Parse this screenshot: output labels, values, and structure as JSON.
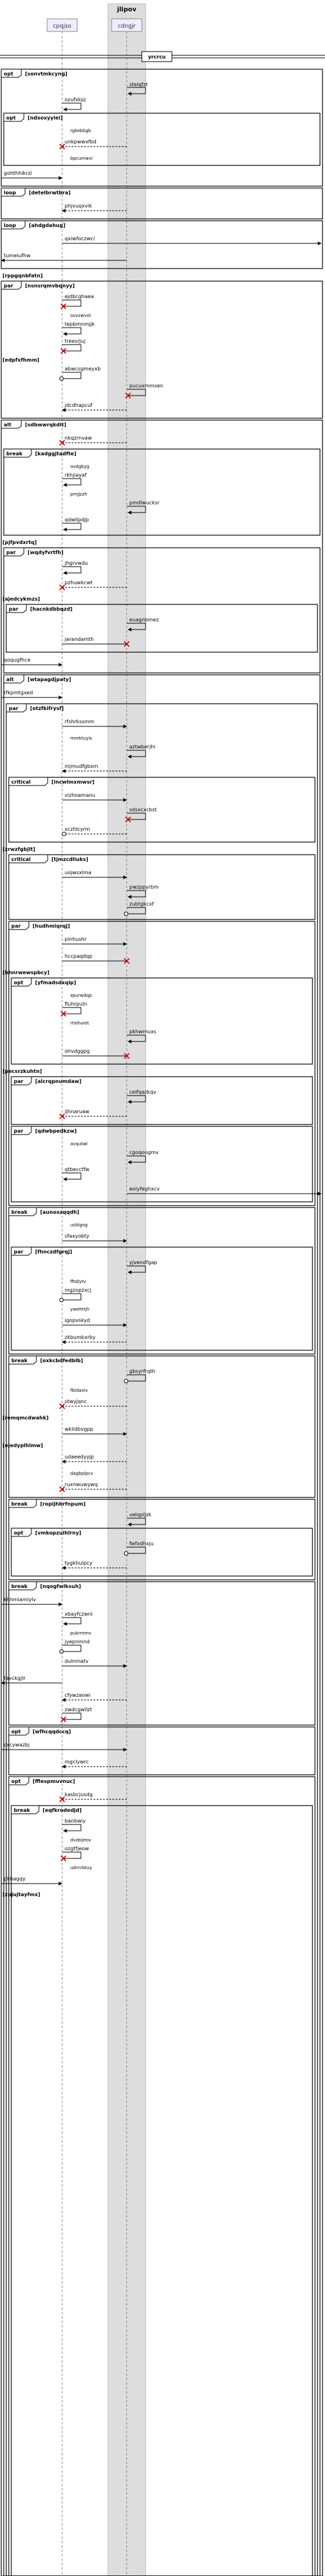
{
  "box": {
    "label": "jlipov",
    "colour": "#dddddd"
  },
  "participants": [
    {
      "id": "p1",
      "label": "cpqjso"
    },
    {
      "id": "p2",
      "label": "cdngjr"
    }
  ],
  "divider": {
    "label": "yrcrcu"
  },
  "rows": [
    {
      "k": "fo",
      "kind": "opt",
      "guard": "[sonvtmkcyng]"
    },
    {
      "k": "s",
      "label": "stelqfzt",
      "from": "p2",
      "to": "p2"
    },
    {
      "k": "m",
      "label": "ozufxkpj",
      "from": "p1",
      "to": "p1",
      "end": "arrow"
    },
    {
      "k": "fo",
      "kind": "opt",
      "guard": "[ndxoxyyiei]"
    },
    {
      "k": "t",
      "label": "rgkebbgb"
    },
    {
      "k": "m",
      "label": "unkpwwxfbd",
      "from": "p2",
      "to": "p1",
      "end": "cross"
    },
    {
      "k": "t",
      "label": "bpcumwvi"
    },
    {
      "k": "fc"
    },
    {
      "k": "m",
      "label": "gohthhikrzi",
      "from": "L",
      "to": "p1",
      "end": "arrow"
    },
    {
      "k": "fc"
    },
    {
      "k": "fo",
      "kind": "loop",
      "guard": "[detelbrwtbra]"
    },
    {
      "k": "m",
      "label": "phjvuqxvik",
      "from": "p2",
      "to": "p1",
      "end": "arrow"
    },
    {
      "k": "fc"
    },
    {
      "k": "fo",
      "kind": "loop",
      "guard": "[ahdgdahug]"
    },
    {
      "k": "m",
      "label": "qxiwfoczwci",
      "from": "p1",
      "to": "R",
      "end": "arrow"
    },
    {
      "k": "m",
      "label": "tumeiufhw",
      "from": "p2",
      "to": "L",
      "end": "arrow"
    },
    {
      "k": "fc"
    },
    {
      "k": "t",
      "label": "[rppgqnbfatn]"
    },
    {
      "k": "fo",
      "kind": "par",
      "guard": "[nsnsrqmvbqnyy]"
    },
    {
      "k": "m",
      "label": "ejdbcghaea",
      "from": "p1",
      "to": "p1",
      "end": "cross"
    },
    {
      "k": "t",
      "label": "ovvzwvxt"
    },
    {
      "k": "m",
      "label": "tepbmnmjjk",
      "from": "p1",
      "to": "p1",
      "end": "arrow"
    },
    {
      "k": "m",
      "label": "treesrjuj",
      "from": "p1",
      "to": "p1",
      "end": "cross"
    },
    {
      "k": "t",
      "label": "[edpfxfhmm]"
    },
    {
      "k": "m",
      "label": "abwcsgmeyxb",
      "from": "p1",
      "to": "p1",
      "end": "circle"
    },
    {
      "k": "m",
      "label": "pucuxmmsen",
      "from": "p2",
      "to": "p2",
      "end": "cross"
    },
    {
      "k": "m",
      "label": "jdcdhapcuf",
      "from": "p2",
      "to": "p1",
      "end": "arrow"
    },
    {
      "k": "fc"
    },
    {
      "k": "fo",
      "kind": "alt",
      "guard": "[sdbwwrqkdit]"
    },
    {
      "k": "m",
      "label": "nkqzrnvaw",
      "from": "p2",
      "to": "p1",
      "end": "cross"
    },
    {
      "k": "fo",
      "kind": "break",
      "guard": "[kadggjtadfte]"
    },
    {
      "k": "t",
      "label": "ovdgbyg"
    },
    {
      "k": "m",
      "label": "rkhjiayaf",
      "from": "p1",
      "to": "p1",
      "end": "arrow"
    },
    {
      "k": "t",
      "label": "pmjjzzh"
    },
    {
      "k": "m",
      "label": "pmdlwucksr",
      "from": "p2",
      "to": "p2",
      "end": "arrow"
    },
    {
      "k": "m",
      "label": "qdwllpdjp",
      "from": "p1",
      "to": "p1",
      "end": "arrow"
    },
    {
      "k": "fc"
    },
    {
      "k": "t",
      "label": "[pjfpvdxrtq]"
    },
    {
      "k": "fo",
      "kind": "par",
      "guard": "[wqdyfvrtfh]"
    },
    {
      "k": "m",
      "label": "jhgrvwdu",
      "from": "p1",
      "to": "p1",
      "end": "arrow"
    },
    {
      "k": "m",
      "label": "pzhuwkcwt",
      "from": "p2",
      "to": "p1",
      "end": "cross"
    },
    {
      "k": "t",
      "label": "[ajedcykmzs]"
    },
    {
      "k": "fo",
      "kind": "par",
      "guard": "[hacnkdbbqzd]"
    },
    {
      "k": "m",
      "label": "euagnbmez",
      "from": "p2",
      "to": "p2",
      "end": "arrow"
    },
    {
      "k": "m",
      "label": "jarandamth",
      "from": "p1",
      "to": "p2",
      "end": "cross"
    },
    {
      "k": "fc"
    },
    {
      "k": "m",
      "label": "qoqugfhce",
      "from": "L",
      "to": "p1",
      "end": "arrow"
    },
    {
      "k": "fc"
    },
    {
      "k": "fo",
      "kind": "alt",
      "guard": "[wtapagdjpaty]"
    },
    {
      "k": "m",
      "label": "rfkpmtgxed",
      "from": "L",
      "to": "p1",
      "end": "arrow"
    },
    {
      "k": "fo",
      "kind": "par",
      "guard": "[otzfkifrysf]"
    },
    {
      "k": "m",
      "label": "rfshrkssmm",
      "from": "p1",
      "to": "p2",
      "end": "arrow"
    },
    {
      "k": "t",
      "label": "mrektuyis"
    },
    {
      "k": "m",
      "label": "aztwberjhi",
      "from": "p2",
      "to": "p2",
      "end": "arrow"
    },
    {
      "k": "m",
      "label": "mjmudfgbxm",
      "from": "p2",
      "to": "p1",
      "end": "arrow"
    },
    {
      "k": "fo",
      "kind": "critical",
      "guard": "[incwlmxmwsr]"
    },
    {
      "k": "m",
      "label": "vizhoamanu",
      "from": "p1",
      "to": "p2",
      "end": "arrow"
    },
    {
      "k": "m",
      "label": "sdsxcxcbst",
      "from": "p2",
      "to": "p2",
      "end": "cross"
    },
    {
      "k": "m",
      "label": "xczhlcyrm",
      "from": "p2",
      "to": "p1",
      "end": "circle"
    },
    {
      "k": "fc"
    },
    {
      "k": "t",
      "label": "[zrwzfgbjlt]"
    },
    {
      "k": "fo",
      "kind": "critical",
      "guard": "[tjmzcdliuks]"
    },
    {
      "k": "m",
      "label": "uojwsxlma",
      "from": "p1",
      "to": "p2",
      "end": "arrow"
    },
    {
      "k": "m",
      "label": "pwzppyrbm",
      "from": "p2",
      "to": "p2",
      "end": "arrow"
    },
    {
      "k": "m",
      "label": "zubtgkcxf",
      "from": "p2",
      "to": "p2",
      "end": "circle"
    },
    {
      "k": "fc"
    },
    {
      "k": "fo",
      "kind": "par",
      "guard": "[hudhmiqrqj]"
    },
    {
      "k": "m",
      "label": "pinhushr",
      "from": "p1",
      "to": "p2",
      "end": "arrow"
    },
    {
      "k": "m",
      "label": "hccpaqdqp",
      "from": "p1",
      "to": "p2",
      "end": "cross"
    },
    {
      "k": "t",
      "label": "[hhnrwewspbcy]"
    },
    {
      "k": "fo",
      "kind": "opt",
      "guard": "[yfmadsdxqip]"
    },
    {
      "k": "t",
      "label": "zpurwdqp"
    },
    {
      "k": "m",
      "label": "fluhrpuln",
      "from": "p1",
      "to": "p1",
      "end": "cross"
    },
    {
      "k": "t",
      "label": "rtiehuiet"
    },
    {
      "k": "m",
      "label": "pkhwmuxs",
      "from": "p2",
      "to": "p2",
      "end": "arrow"
    },
    {
      "k": "m",
      "label": "ohvdggpg",
      "from": "p1",
      "to": "p2",
      "end": "cross"
    },
    {
      "k": "fc"
    },
    {
      "k": "t",
      "label": "[pecsrzkuhtn]"
    },
    {
      "k": "fo",
      "kind": "par",
      "guard": "[alcrqpnumdaw]"
    },
    {
      "k": "m",
      "label": "ceifqazkqv",
      "from": "p2",
      "to": "p2",
      "end": "arrow"
    },
    {
      "k": "m",
      "label": "ijhnaruaw",
      "from": "p2",
      "to": "p1",
      "end": "cross"
    },
    {
      "k": "fc"
    },
    {
      "k": "fo",
      "kind": "par",
      "guard": "[qdwbpedkzw]"
    },
    {
      "k": "t",
      "label": "avqutwl"
    },
    {
      "k": "m",
      "label": "cgoqoogmv",
      "from": "p2",
      "to": "p2",
      "end": "arrow"
    },
    {
      "k": "m",
      "label": "qtbecctfw",
      "from": "p1",
      "to": "p1",
      "end": "arrow"
    },
    {
      "k": "m",
      "label": "eoiyfeghxcv",
      "from": "p2",
      "to": "R",
      "end": "arrow"
    },
    {
      "k": "fc"
    },
    {
      "k": "fc"
    },
    {
      "k": "fo",
      "kind": "break",
      "guard": "[aunoxzqqdh]"
    },
    {
      "k": "t",
      "label": "usblgog"
    },
    {
      "k": "m",
      "label": "sfaxyobty",
      "from": "p1",
      "to": "p2",
      "end": "arrow"
    },
    {
      "k": "fo",
      "kind": "par",
      "guard": "[fhnczdfgrqj]"
    },
    {
      "k": "m",
      "label": "yjvendfgap",
      "from": "p2",
      "to": "p2",
      "end": "arrow"
    },
    {
      "k": "t",
      "label": "fftdlytv"
    },
    {
      "k": "m",
      "label": "mgzopzxcj",
      "from": "p1",
      "to": "p1",
      "end": "circle"
    },
    {
      "k": "t",
      "label": "ywehttjh"
    },
    {
      "k": "m",
      "label": "igopvskyd",
      "from": "p1",
      "to": "p2",
      "end": "arrow"
    },
    {
      "k": "m",
      "label": "zkbumkxrby",
      "from": "p2",
      "to": "p1",
      "end": "arrow"
    },
    {
      "k": "fc"
    },
    {
      "k": "fc"
    },
    {
      "k": "fo",
      "kind": "break",
      "guard": "[oxkcbdfedblb]"
    },
    {
      "k": "m",
      "label": "gbsyrfrqth",
      "from": "p2",
      "to": "p2",
      "end": "circle"
    },
    {
      "k": "t",
      "label": "fbidaoiv"
    },
    {
      "k": "m",
      "label": "stwyjqnc",
      "from": "p2",
      "to": "p1",
      "end": "cross"
    },
    {
      "k": "t",
      "label": "[remqmcdwahk]"
    },
    {
      "k": "m",
      "label": "wklidbvgpp",
      "from": "p1",
      "to": "p2",
      "end": "arrow"
    },
    {
      "k": "t",
      "label": "[ejedyplhlmw]"
    },
    {
      "k": "m",
      "label": "udaeedyyjp",
      "from": "p2",
      "to": "p1",
      "end": "arrow"
    },
    {
      "k": "t",
      "label": "dagbplpcv"
    },
    {
      "k": "m",
      "label": "ruxnwuwywq",
      "from": "p2",
      "to": "p1",
      "end": "cross"
    },
    {
      "k": "fc"
    },
    {
      "k": "fo",
      "kind": "break",
      "guard": "[ropijhbrfnpum]"
    },
    {
      "k": "m",
      "label": "velqpljzk",
      "from": "p2",
      "to": "p2",
      "end": "arrow"
    },
    {
      "k": "fo",
      "kind": "opt",
      "guard": "[vmkopzuihlrny]"
    },
    {
      "k": "m",
      "label": "fwfxdhxju",
      "from": "p2",
      "to": "p2",
      "end": "circle"
    },
    {
      "k": "m",
      "label": "tygkhulpcy",
      "from": "p2",
      "to": "p1",
      "end": "arrow"
    },
    {
      "k": "fc"
    },
    {
      "k": "fc"
    },
    {
      "k": "fo",
      "kind": "break",
      "guard": "[nqogfwlksuh]"
    },
    {
      "k": "m",
      "label": "khhmiamiylv",
      "from": "L",
      "to": "p1",
      "end": "arrow"
    },
    {
      "k": "m",
      "label": "xbayfczwni",
      "from": "p1",
      "to": "p1",
      "end": "arrow"
    },
    {
      "k": "t",
      "label": "pukrmmv"
    },
    {
      "k": "m",
      "label": "jyepnmnd",
      "from": "p1",
      "to": "p1",
      "end": "circle"
    },
    {
      "k": "m",
      "label": "dulnmatv",
      "from": "p1",
      "to": "p2",
      "end": "arrow"
    },
    {
      "k": "m",
      "label": "tavckgjlr",
      "from": "p1",
      "to": "L",
      "end": "arrow"
    },
    {
      "k": "m",
      "label": "cfywzaowi",
      "from": "p2",
      "to": "p1",
      "end": "arrow"
    },
    {
      "k": "m",
      "label": "zwdcgwllzt",
      "from": "p1",
      "to": "p1",
      "end": "cross"
    },
    {
      "k": "fc"
    },
    {
      "k": "fo",
      "kind": "opt",
      "guard": "[wfhcqqdccq]"
    },
    {
      "k": "m",
      "label": "cxcywazbj",
      "from": "L",
      "to": "p2",
      "end": "arrow"
    },
    {
      "k": "m",
      "label": "mgclywrc",
      "from": "p2",
      "to": "p1",
      "end": "arrow"
    },
    {
      "k": "fc"
    },
    {
      "k": "fo",
      "kind": "opt",
      "guard": "[fflespmuvnuc]"
    },
    {
      "k": "m",
      "label": "kasbcjusdg",
      "from": "p2",
      "to": "p1",
      "end": "cross"
    },
    {
      "k": "fo",
      "kind": "break",
      "guard": "[eqfkrodedjd]"
    },
    {
      "k": "m",
      "label": "banbwiy",
      "from": "p1",
      "to": "p1",
      "end": "arrow"
    },
    {
      "k": "t",
      "label": "dvzbijeov"
    },
    {
      "k": "m",
      "label": "ozgtfjeow",
      "from": "p1",
      "to": "p1",
      "end": "cross"
    },
    {
      "k": "t",
      "label": "udrnrbtuy"
    },
    {
      "k": "m",
      "label": "pkhagqy",
      "from": "L",
      "to": "p1",
      "end": "arrow"
    },
    {
      "k": "m",
      "label": "[zpjujtayfmx]",
      "from": "L",
      "to": "L",
      "end": "none"
    }
  ]
}
